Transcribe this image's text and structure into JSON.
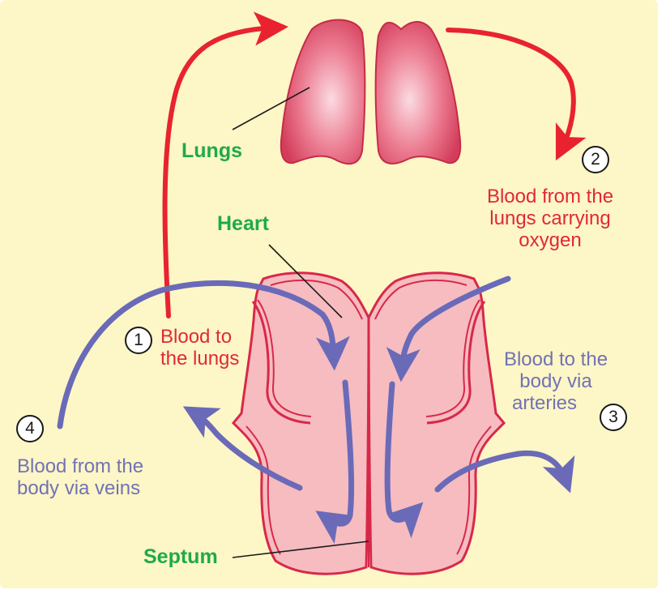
{
  "labels": {
    "lungs": "Lungs",
    "heart": "Heart",
    "septum": "Septum"
  },
  "steps": [
    {
      "number": "1",
      "lines": [
        "Blood to",
        "the lungs"
      ]
    },
    {
      "number": "2",
      "lines": [
        "Blood from the",
        "lungs carrying",
        "oxygen"
      ]
    },
    {
      "number": "3",
      "lines": [
        "Blood to the",
        "body via",
        "arteries"
      ]
    },
    {
      "number": "4",
      "lines": [
        "Blood from the",
        "body via veins"
      ]
    }
  ],
  "colors": {
    "background": "#fdf6c6",
    "heart_fill": "#f6bcc0",
    "heart_outline": "#d8284a",
    "lungs_fill": "#e0506a",
    "lungs_outline": "#c42c48",
    "oxygenated_arrow": "#e8232f",
    "deoxygenated_arrow": "#6a6ab8",
    "label_green": "#1faa4a",
    "label_red": "#e0283c",
    "label_blue": "#7272b4"
  }
}
